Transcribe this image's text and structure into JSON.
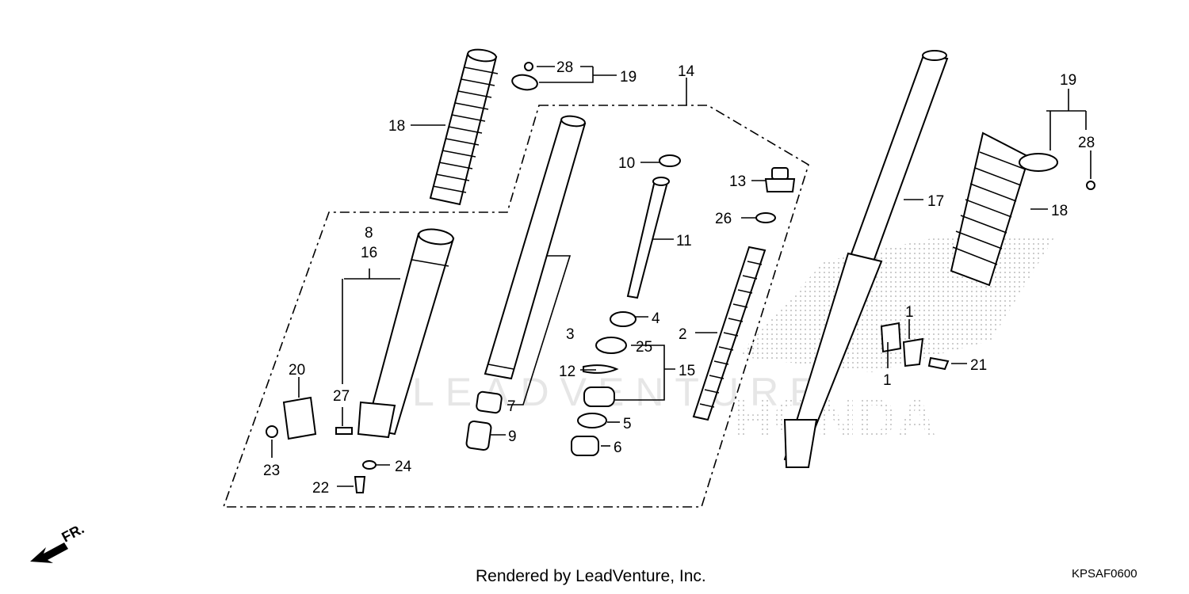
{
  "diagram": {
    "footer_credit": "Rendered by LeadVenture, Inc.",
    "diagram_code": "KPSAF0600",
    "direction_label": "FR.",
    "watermark_brand": "HONDA",
    "watermark_text": "LEADVENTURE",
    "callouts": {
      "c1a": "1",
      "c1b": "1",
      "c2": "2",
      "c3": "3",
      "c4": "4",
      "c5": "5",
      "c6": "6",
      "c7": "7",
      "c8": "8",
      "c9": "9",
      "c10": "10",
      "c11": "11",
      "c12": "12",
      "c13": "13",
      "c14": "14",
      "c15": "15",
      "c16": "16",
      "c17": "17",
      "c18a": "18",
      "c18b": "18",
      "c19a": "19",
      "c19b": "19",
      "c20": "20",
      "c21": "21",
      "c22": "22",
      "c23": "23",
      "c24": "24",
      "c25": "25",
      "c26": "26",
      "c27": "27",
      "c28a": "28",
      "c28b": "28"
    }
  }
}
